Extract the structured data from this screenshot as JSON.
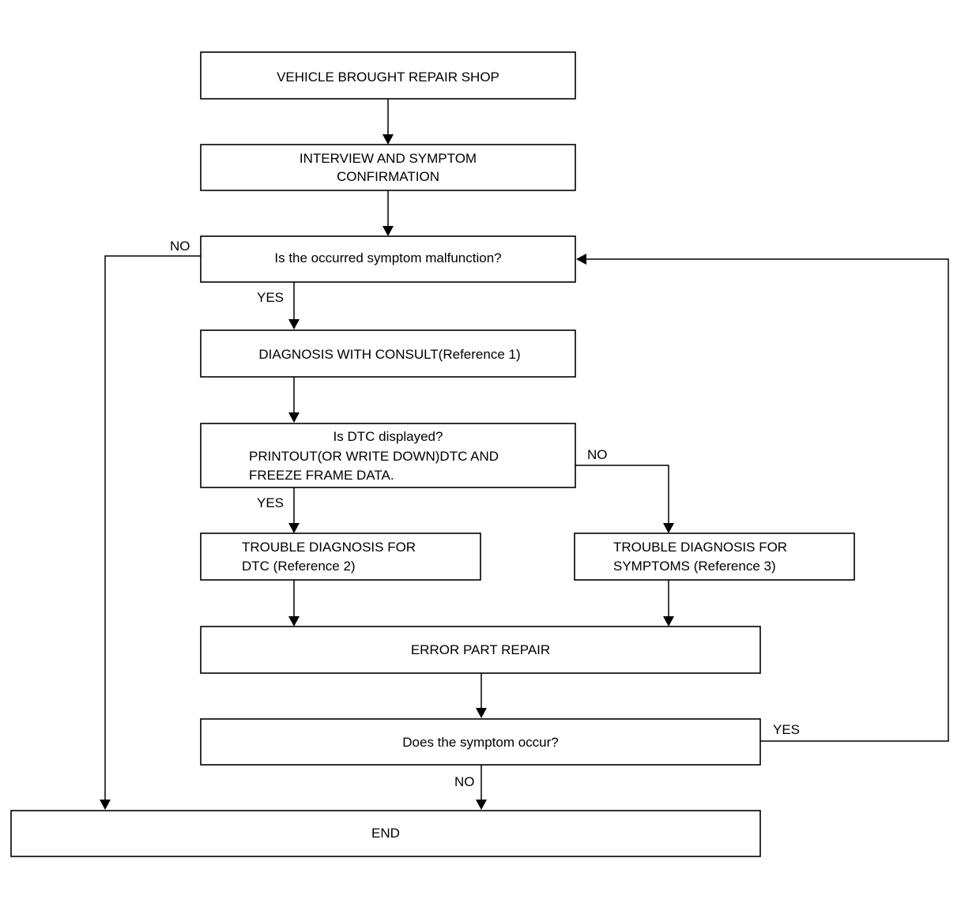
{
  "steps": {
    "vehicle": "VEHICLE BROUGHT REPAIR SHOP",
    "interview_line1": "INTERVIEW AND SYMPTOM",
    "interview_line2": "CONFIRMATION",
    "symptom_check": "Is the occurred symptom malfunction?",
    "consult": "DIAGNOSIS WITH CONSULT(Reference 1)",
    "dtc_check_line1": "Is DTC displayed?",
    "dtc_check_line2": "PRINTOUT(OR WRITE DOWN)DTC AND",
    "dtc_check_line3": "FREEZE FRAME DATA.",
    "dtc_diag_line1": "TROUBLE DIAGNOSIS FOR",
    "dtc_diag_line2": "DTC (Reference 2)",
    "symptom_diag_line1": "TROUBLE DIAGNOSIS FOR",
    "symptom_diag_line2": "SYMPTOMS (Reference 3)",
    "repair": "ERROR PART REPAIR",
    "occur_check": "Does the symptom occur?",
    "end": "END"
  },
  "labels": {
    "no_symptom": "NO",
    "yes_symptom": "YES",
    "no_dtc": "NO",
    "yes_dtc": "YES",
    "yes_occur": "YES",
    "no_occur": "NO"
  },
  "colors": {
    "line": "#000000",
    "background": "#ffffff"
  }
}
